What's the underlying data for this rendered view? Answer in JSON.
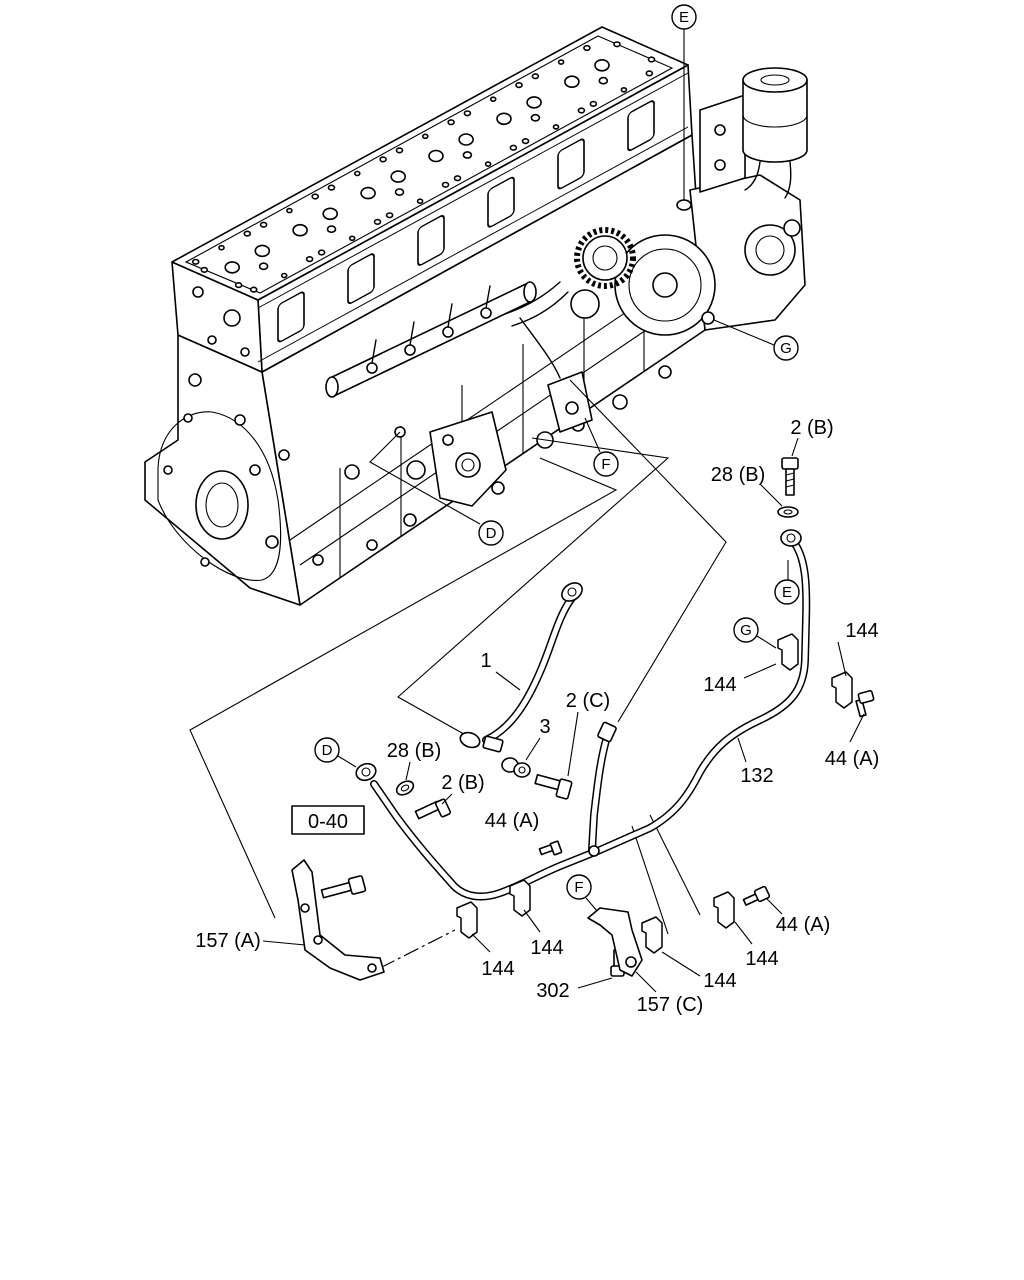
{
  "reference_letters": {
    "E_top": "E",
    "G_pump": "G",
    "F_block": "F",
    "D_block": "D",
    "E_pipe": "E",
    "G_clip": "G",
    "F_bracket": "F",
    "D_fitting": "D"
  },
  "part_labels": {
    "bolt_2B_top": "2 (B)",
    "washer_28B_top": "28 (B)",
    "clip_144_right": "144",
    "clip_144_g": "144",
    "pipe_1": "1",
    "bolt_2C": "2 (C)",
    "washer_3": "3",
    "washer_28B_left": "28 (B)",
    "bolt_2B_left": "2 (B)",
    "pipe_132": "132",
    "bolt_44A_right": "44 (A)",
    "bolt_44A_center": "44 (A)",
    "bolt_44A_lower": "44 (A)",
    "bracket_157A": "157 (A)",
    "clip_144_a": "144",
    "clip_144_b": "144",
    "clip_144_c": "144",
    "clip_144_d": "144",
    "bolt_302": "302",
    "bracket_157C": "157 (C)"
  },
  "section_reference": "0-40",
  "colors": {
    "line": "#000000",
    "background": "#ffffff"
  }
}
